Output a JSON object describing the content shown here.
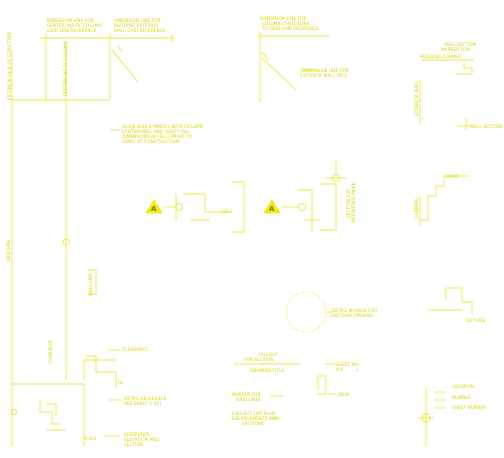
{
  "colors": {
    "background": "#ffffff",
    "line": "#e8e200",
    "text": "#d8d400",
    "marker_fill": "#f3ee00"
  },
  "labels": {
    "top_left_callout_a": [
      "DIMENSION LINE FOR",
      "CENTERLINE OF COLUMN",
      "GRID LINE REFERENCE"
    ],
    "top_left_callout_b": [
      "DIMENSION LINE FOR",
      "BUILDING EXTERIOR",
      "WALL GRID REFERENCE"
    ],
    "top_center_callout": [
      "DIMENSION LINE FOR",
      "COLUMN CENTERLINE",
      "TO GRID LINE REFERENCE"
    ],
    "top_center_lower": [
      "DIMENSION LINE FOR",
      "EXTERIOR WALL FACE"
    ],
    "top_right_callout": [
      "WALL SECTION",
      "MARKER FOR",
      "BUILDING CORNER"
    ],
    "right_vertical_1": "EXTERIOR WALL",
    "right_bottom_1": "WALL SECTION",
    "center_note": [
      "ALIGN GRID SYMBOLS WITH COLUMN",
      "CENTERLINES AND VERIFY ALL",
      "DIMENSIONS IN FIELD PRIOR TO",
      "START OF CONSTRUCTION"
    ],
    "left_vertical_1": "EXTERIOR FACE OF STRUCTURE",
    "left_vertical_2": "CENTERLINE OF COLUMN",
    "left_vertical_3": "GRID LINE",
    "grid_marker_a": "A",
    "grid_marker_b": "A",
    "middle_tag": "GR-1",
    "center_right_vertical": [
      "SECTION CUT",
      "REFERENCE MARK"
    ],
    "right_mid_1": "STAIR",
    "right_mid_2": "LANDING",
    "left_mid_vertical": "WALL LINE",
    "detail_circle_label": [
      "DETAIL MARKER FOR",
      "CIRCULAR OPENING"
    ],
    "right_bottom_corner": "OUTSIDE",
    "left_lower_vertical": "CORRIDOR",
    "lower_note_1": "CLEARANCE",
    "lower_note_2": [
      "DETAIL REFERENCE",
      "SEE SHEET A-501"
    ],
    "bottom_note": [
      "REFERENCE",
      "ELEVATION AND",
      "SECTION"
    ],
    "bottom_tag": "A-401",
    "center_bottom_1": [
      "CALLOUT",
      "FOR SECTION"
    ],
    "center_bottom_2": "DRAWING TITLE",
    "center_bottom_3": [
      "SHEET NO.",
      "A-5",
      "3"
    ],
    "center_bottom_4": "VIEW",
    "center_bottom_5": [
      "MARKER FOR",
      "GRID LINES"
    ],
    "center_bottom_6": [
      "CALLOUT FOR PLAN",
      "ENLARGEMENTS AND",
      "SECTIONS"
    ],
    "right_bottom_list": [
      "LOCATION",
      "NUMBER",
      "SHEET NUMBER"
    ],
    "small_tag_ol": "OL"
  }
}
